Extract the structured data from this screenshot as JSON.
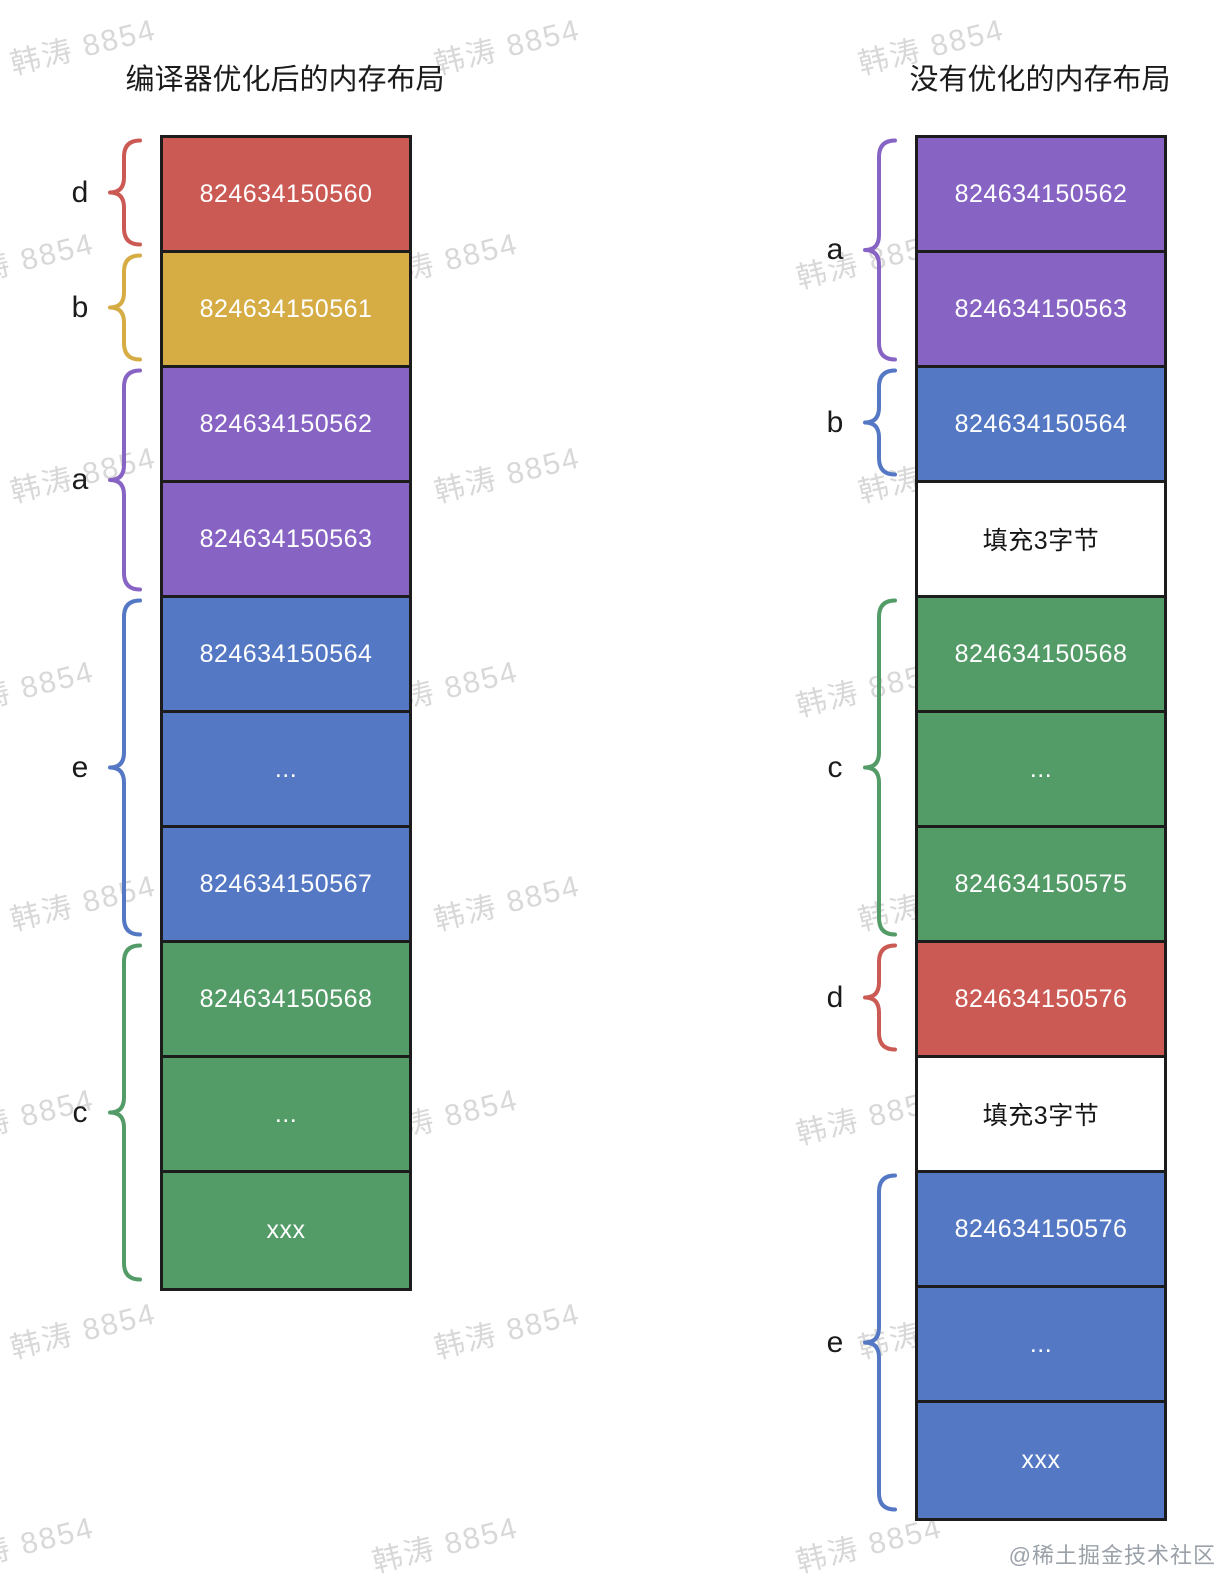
{
  "watermark": {
    "text": "韩涛 8854"
  },
  "footer": "@稀土掘金技术社区",
  "colors": {
    "red": "#cb5a55",
    "yellow": "#d6ac45",
    "purple": "#8763c4",
    "blue": "#5478c4",
    "green": "#539b67",
    "white": "#ffffff"
  },
  "left_diagram": {
    "title": "编译器优化后的内存布局",
    "cells": [
      {
        "label": "824634150560",
        "color": "red"
      },
      {
        "label": "824634150561",
        "color": "yellow"
      },
      {
        "label": "824634150562",
        "color": "purple"
      },
      {
        "label": "824634150563",
        "color": "purple"
      },
      {
        "label": "824634150564",
        "color": "blue"
      },
      {
        "label": "...",
        "color": "blue"
      },
      {
        "label": "824634150567",
        "color": "blue"
      },
      {
        "label": "824634150568",
        "color": "green"
      },
      {
        "label": "...",
        "color": "green"
      },
      {
        "label": "xxx",
        "color": "green"
      }
    ],
    "braces": [
      {
        "label": "d",
        "color": "red",
        "start": 0,
        "span": 1
      },
      {
        "label": "b",
        "color": "yellow",
        "start": 1,
        "span": 1
      },
      {
        "label": "a",
        "color": "purple",
        "start": 2,
        "span": 2
      },
      {
        "label": "e",
        "color": "blue",
        "start": 4,
        "span": 3
      },
      {
        "label": "c",
        "color": "green",
        "start": 7,
        "span": 3
      }
    ]
  },
  "right_diagram": {
    "title": "没有优化的内存布局",
    "cells": [
      {
        "label": "824634150562",
        "color": "purple"
      },
      {
        "label": "824634150563",
        "color": "purple"
      },
      {
        "label": "824634150564",
        "color": "blue"
      },
      {
        "label": "填充3字节",
        "color": "white"
      },
      {
        "label": "824634150568",
        "color": "green"
      },
      {
        "label": "...",
        "color": "green"
      },
      {
        "label": "824634150575",
        "color": "green"
      },
      {
        "label": "824634150576",
        "color": "red"
      },
      {
        "label": "填充3字节",
        "color": "white"
      },
      {
        "label": "824634150576",
        "color": "blue"
      },
      {
        "label": "...",
        "color": "blue"
      },
      {
        "label": "xxx",
        "color": "blue"
      }
    ],
    "braces": [
      {
        "label": "a",
        "color": "purple",
        "start": 0,
        "span": 2
      },
      {
        "label": "b",
        "color": "blue",
        "start": 2,
        "span": 1
      },
      {
        "label": "c",
        "color": "green",
        "start": 4,
        "span": 3
      },
      {
        "label": "d",
        "color": "red",
        "start": 7,
        "span": 1
      },
      {
        "label": "e",
        "color": "blue",
        "start": 9,
        "span": 3
      }
    ]
  }
}
